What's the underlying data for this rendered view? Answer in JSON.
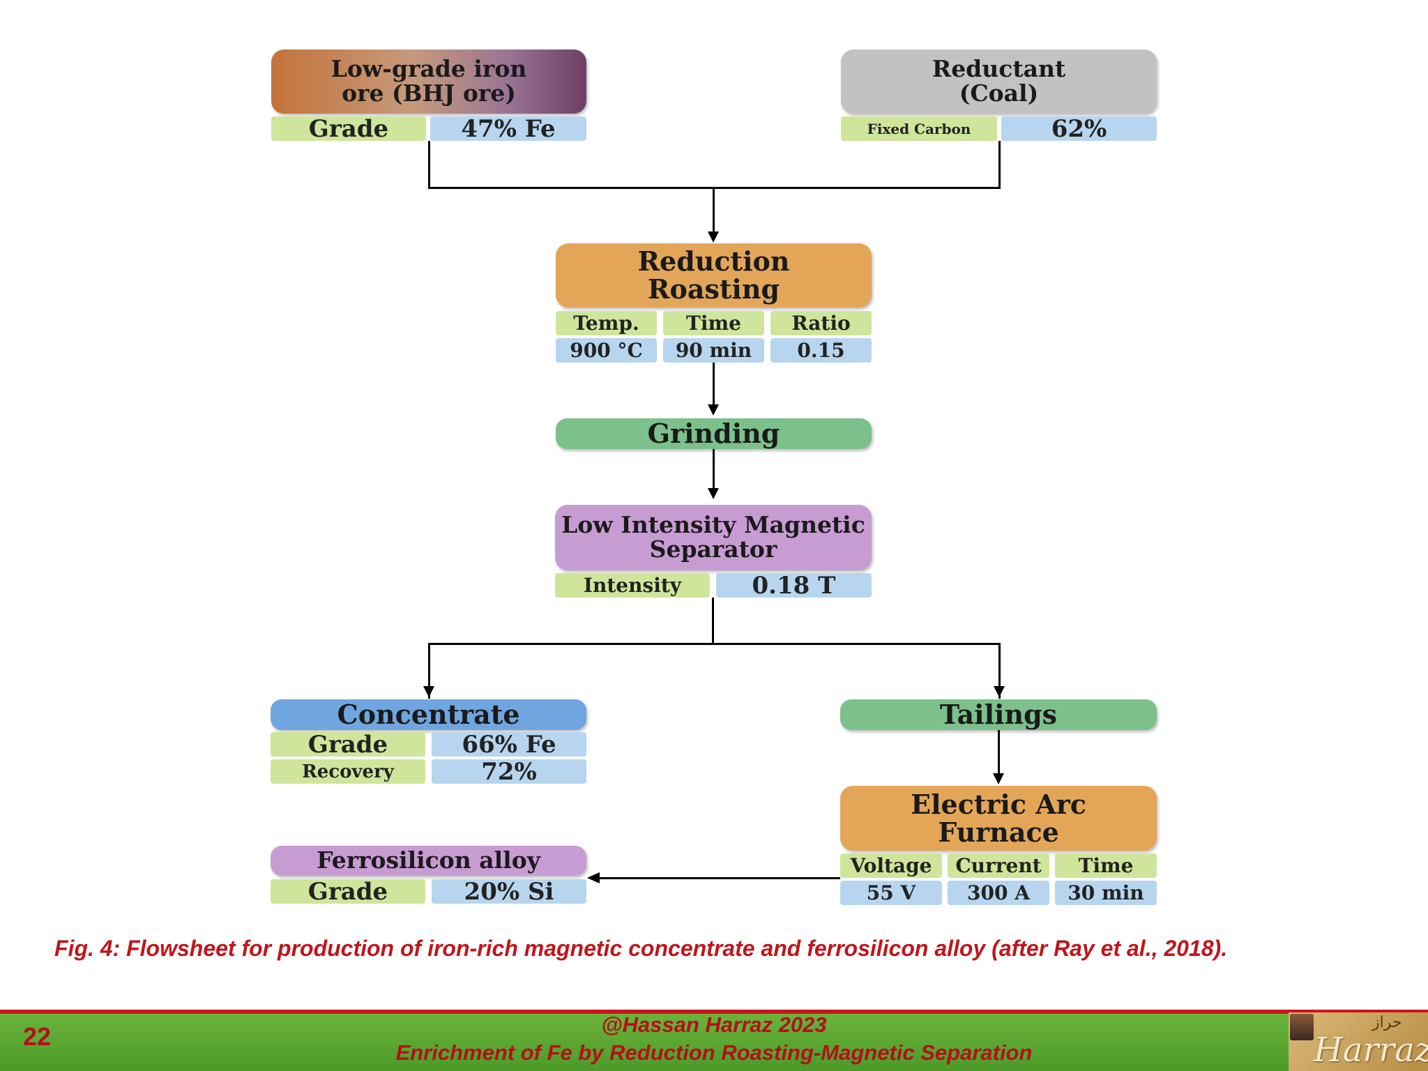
{
  "ore": {
    "title": "Low-grade iron ore (BHJ ore)",
    "label": "Grade",
    "value": "47% Fe"
  },
  "reductant": {
    "title": "Reductant (Coal)",
    "label": "Fixed Carbon",
    "value": "62%"
  },
  "roasting": {
    "title": "Reduction Roasting",
    "params": [
      {
        "label": "Temp.",
        "value": "900 °C"
      },
      {
        "label": "Time",
        "value": "90 min"
      },
      {
        "label": "Ratio",
        "value": "0.15"
      }
    ]
  },
  "grinding": {
    "title": "Grinding"
  },
  "separator": {
    "title": "Low Intensity Magnetic Separator",
    "label": "Intensity",
    "value": "0.18 T"
  },
  "concentrate": {
    "title": "Concentrate",
    "rows": [
      {
        "label": "Grade",
        "value": "66% Fe"
      },
      {
        "label": "Recovery",
        "value": "72%"
      }
    ]
  },
  "tailings": {
    "title": "Tailings"
  },
  "furnace": {
    "title": "Electric Arc Furnace",
    "params": [
      {
        "label": "Voltage",
        "value": "55 V"
      },
      {
        "label": "Current",
        "value": "300 A"
      },
      {
        "label": "Time",
        "value": "30 min"
      }
    ]
  },
  "ferrosilicon": {
    "title": "Ferrosilicon alloy",
    "label": "Grade",
    "value": "20% Si"
  },
  "caption": "Fig. 4: Flowsheet for production of iron-rich magnetic concentrate and ferrosilicon alloy (after Ray et al., 2018).",
  "footer": {
    "page": "22",
    "line1": "@Hassan Harraz 2023",
    "line2": "Enrichment of Fe by Reduction Roasting-Magnetic Separation",
    "logo_text": "Harraz",
    "logo_arabic": "حراز"
  },
  "colors": {
    "roast": "#e3a659",
    "grinding": "#7cc08b",
    "separator": "#c79cd3",
    "concentrate": "#6fa6e0",
    "coal": "#c2c2c2",
    "label_bg": "#cfe59b",
    "value_bg": "#b7d5ee",
    "footer": "#5aa632",
    "caption": "#c0151b"
  }
}
